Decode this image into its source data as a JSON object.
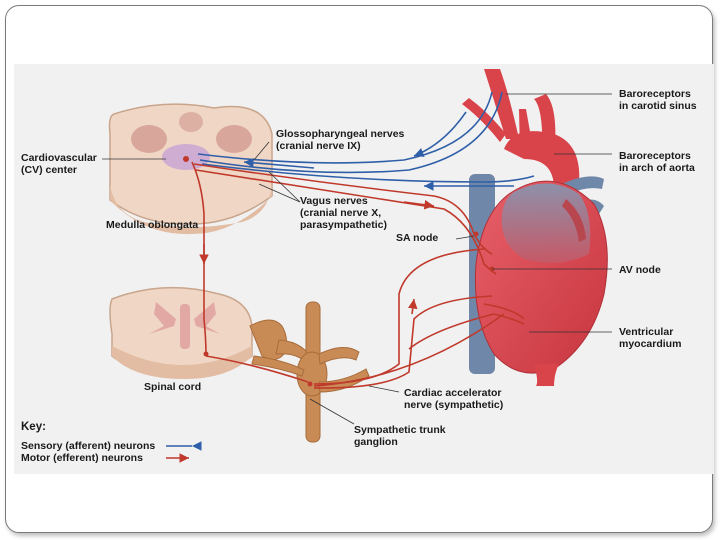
{
  "labels": {
    "cv_center_1": "Cardiovascular",
    "cv_center_2": "(CV) center",
    "medulla": "Medulla oblongata",
    "spinal_cord": "Spinal cord",
    "glosso_1": "Glossopharyngeal nerves",
    "glosso_2": "(cranial nerve IX)",
    "vagus_1": "Vagus nerves",
    "vagus_2": "(cranial nerve X,",
    "vagus_3": "parasympathetic)",
    "sa_node": "SA node",
    "baro_carotid_1": "Baroreceptors",
    "baro_carotid_2": "in carotid sinus",
    "baro_aorta_1": "Baroreceptors",
    "baro_aorta_2": "in arch of aorta",
    "av_node": "AV node",
    "ventricular_1": "Ventricular",
    "ventricular_2": "myocardium",
    "accelerator_1": "Cardiac accelerator",
    "accelerator_2": "nerve (sympathetic)",
    "ganglion_1": "Sympathetic trunk",
    "ganglion_2": "ganglion"
  },
  "key": {
    "title": "Key:",
    "sensory": "Sensory (afferent) neurons",
    "motor": "Motor (efferent) neurons"
  },
  "colors": {
    "sensory": "#2f5fa8",
    "motor": "#c0392b",
    "heart": "#d9444a",
    "vessel_blue": "#6f87a8",
    "nerve_tan": "#c98b55",
    "cord_tissue": "#f0d6c4"
  }
}
